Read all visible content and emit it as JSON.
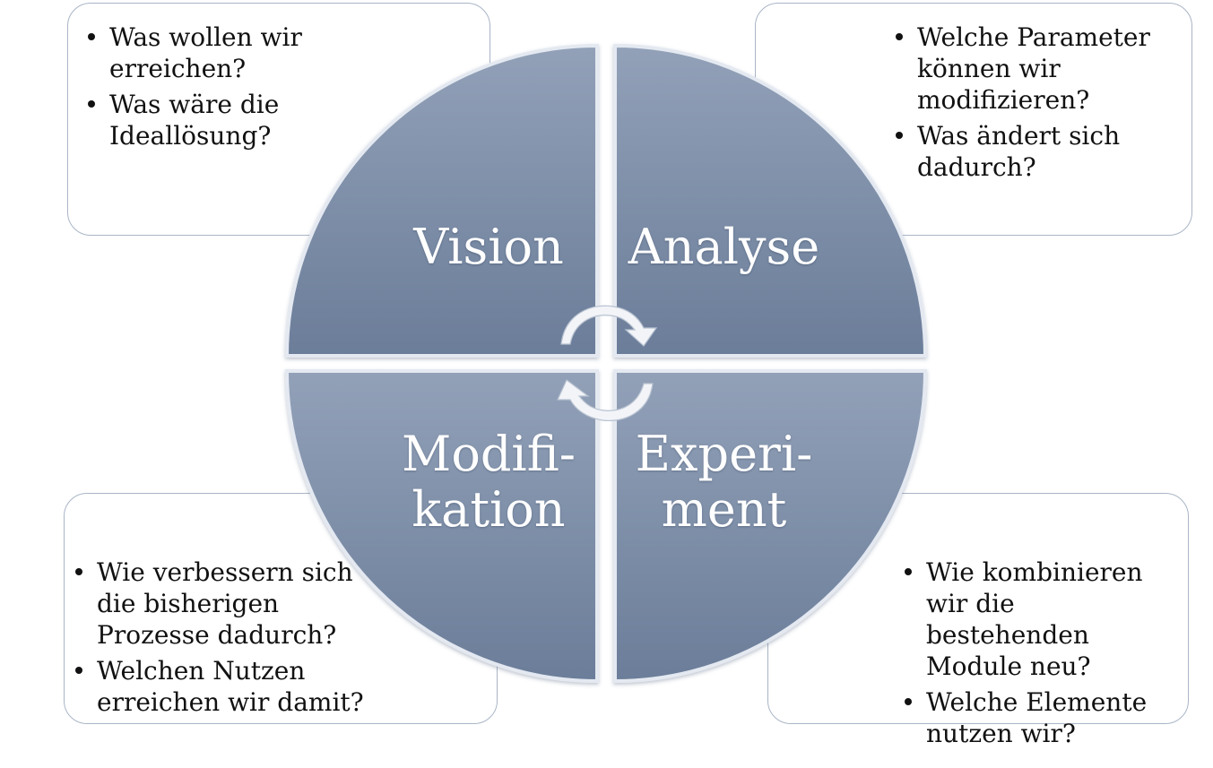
{
  "quadrants": {
    "vision": {
      "label": "Vision",
      "questions": [
        "Was wollen wir erreichen?",
        "Was wäre die Ideallösung?"
      ]
    },
    "analyse": {
      "label": "Analyse",
      "questions": [
        "Welche Parameter können wir modifizieren?",
        "Was ändert sich dadurch?"
      ]
    },
    "modifikation": {
      "label_line1": "Modifi-",
      "label_line2": "kation",
      "questions": [
        "Wie verbessern sich die bisherigen Prozesse dadurch?",
        "Welchen Nutzen erreichen wir damit?"
      ]
    },
    "experiment": {
      "label_line1": "Experi-",
      "label_line2": "ment",
      "questions": [
        "Wie kombinieren wir die bestehenden Module neu?",
        "Welche Elemente nutzen wir?"
      ]
    }
  },
  "colors": {
    "quadrant_light": "#92a1b8",
    "quadrant_dark": "#6b7d99",
    "box_border": "#a9b5c6",
    "arrow": "#f2f4f8"
  },
  "icons": {
    "center": "circular-arrows-icon"
  }
}
